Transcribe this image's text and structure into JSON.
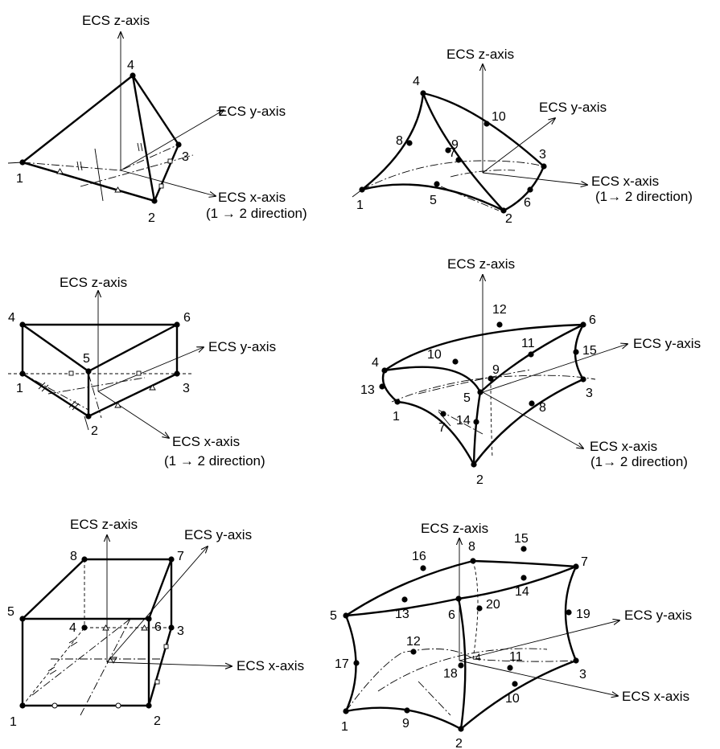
{
  "axes": {
    "z": "ECS z-axis",
    "y": "ECS y-axis",
    "x": "ECS x-axis",
    "direction": "(1→ 2 direction)",
    "direction_spaced": "(1 → 2 direction)"
  },
  "tet4": {
    "nodes": [
      "1",
      "2",
      "3",
      "4"
    ]
  },
  "tet10": {
    "nodes": [
      "1",
      "2",
      "3",
      "4",
      "5",
      "6",
      "7",
      "8",
      "9",
      "10"
    ]
  },
  "wedge6": {
    "nodes": [
      "1",
      "2",
      "3",
      "4",
      "5",
      "6"
    ]
  },
  "wedge15": {
    "nodes": [
      "1",
      "2",
      "3",
      "4",
      "5",
      "6",
      "7",
      "8",
      "9",
      "10",
      "11",
      "12",
      "13",
      "14",
      "15"
    ]
  },
  "hex8": {
    "nodes": [
      "1",
      "2",
      "3",
      "4",
      "5",
      "6",
      "7",
      "8"
    ]
  },
  "hex20": {
    "nodes": [
      "1",
      "2",
      "3",
      "4",
      "5",
      "6",
      "7",
      "8",
      "9",
      "10",
      "11",
      "12",
      "13",
      "14",
      "15",
      "16",
      "17",
      "18",
      "19",
      "20"
    ]
  },
  "colors": {
    "line": "#000000",
    "background": "#ffffff"
  },
  "markers": [
    "tick-mark",
    "triangle-mark",
    "square-mark",
    "circle-mark"
  ]
}
